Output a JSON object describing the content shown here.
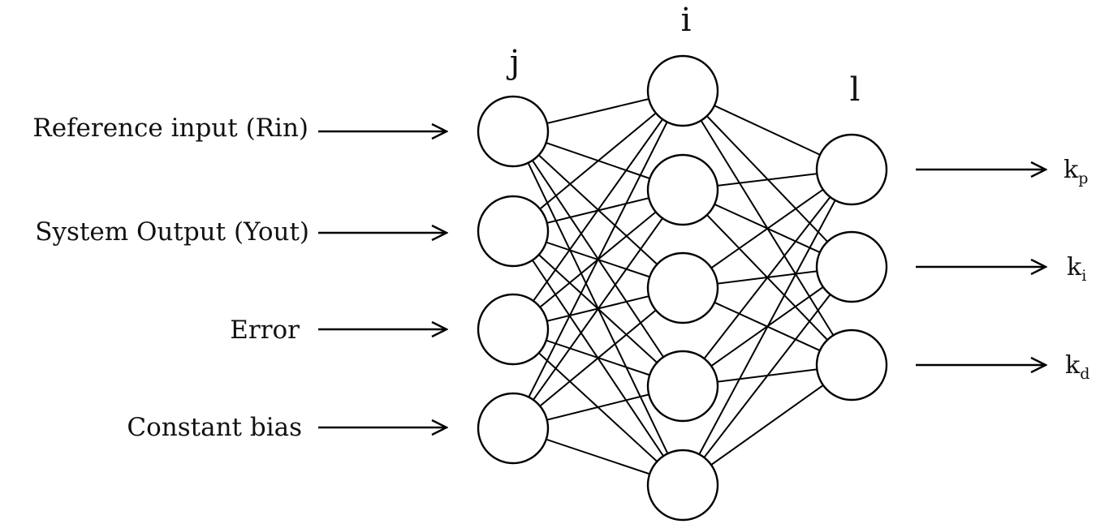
{
  "layers": {
    "input_label": "j",
    "hidden_label": "i",
    "output_label": "l"
  },
  "inputs": [
    {
      "label": "Reference input (Rin)"
    },
    {
      "label": "System Output (Yout)"
    },
    {
      "label": "Error"
    },
    {
      "label": "Constant bias"
    }
  ],
  "hidden_count": 5,
  "outputs": [
    {
      "base": "k",
      "sub": "p"
    },
    {
      "base": "k",
      "sub": "i"
    },
    {
      "base": "k",
      "sub": "d"
    }
  ],
  "colors": {
    "stroke": "#000000",
    "background": "#ffffff",
    "text": "#111111"
  }
}
